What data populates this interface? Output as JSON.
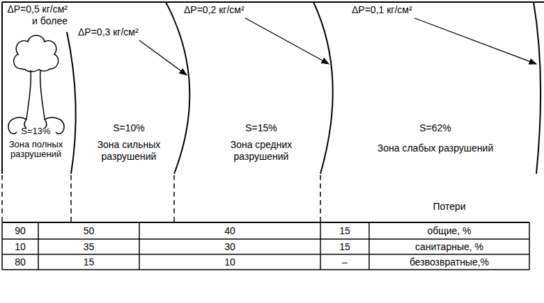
{
  "diagram": {
    "nodes": [
      {
        "text": [
          "S=13%",
          "Зона полных разрушений"
        ]
      },
      {
        "text": [
          "S=10%",
          "Зона сильных разрушений"
        ]
      },
      {
        "text": [
          "S=15%",
          "Зона средних разрушений"
        ]
      },
      {
        "text": [
          "S=62%",
          "Зона слабых разрушений"
        ]
      }
    ],
    "labels": [
      "ΔP=0,5 кг/см² и более",
      "ΔP=0,3 кг/см²",
      "ΔP=0,2 кг/см²",
      "ΔP=0,1 кг/см²",
      "Потери",
      "90",
      "50",
      "40",
      "15",
      "общие, %",
      "10",
      "35",
      "30",
      "15",
      "санитарные, %",
      "80",
      "15",
      "10",
      "–",
      "безвозвратные,%"
    ]
  }
}
